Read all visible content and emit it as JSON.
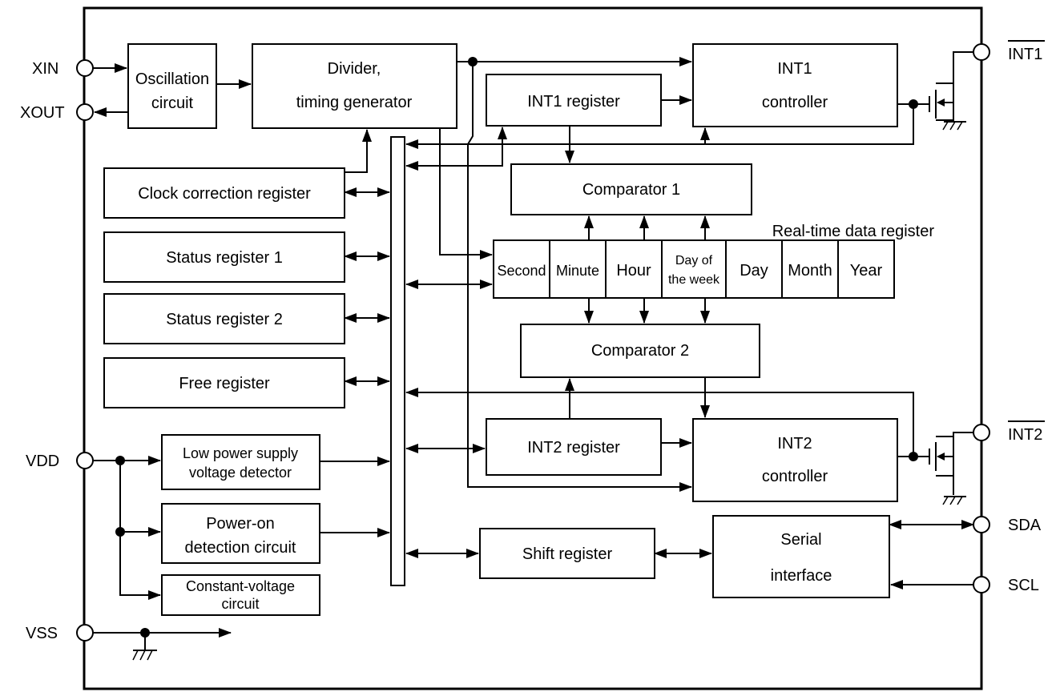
{
  "pins": {
    "xin": "XIN",
    "xout": "XOUT",
    "vdd": "VDD",
    "vss": "VSS",
    "int1": "INT1",
    "int2": "INT2",
    "sda": "SDA",
    "scl": "SCL"
  },
  "blocks": {
    "oscillation": [
      "Oscillation",
      "circuit"
    ],
    "divider": [
      "Divider,",
      "timing generator"
    ],
    "int1_controller": [
      "INT1",
      "controller"
    ],
    "int1_register": "INT1 register",
    "clock_correction": "Clock correction register",
    "comparator1": "Comparator 1",
    "status1": "Status register 1",
    "status2": "Status register 2",
    "free": "Free register",
    "comparator2": "Comparator 2",
    "int2_register": "INT2 register",
    "int2_controller": [
      "INT2",
      "controller"
    ],
    "low_power": [
      "Low power supply",
      "voltage detector"
    ],
    "power_on": [
      "Power-on",
      "detection circuit"
    ],
    "constant_voltage": [
      "Constant-voltage",
      "circuit"
    ],
    "shift_register": "Shift register",
    "serial_interface": [
      "Serial",
      "interface"
    ]
  },
  "realtime": {
    "title": "Real-time data register",
    "cells": [
      "Second",
      "Minute",
      "Hour",
      "Day of|the week",
      "Day",
      "Month",
      "Year"
    ]
  }
}
